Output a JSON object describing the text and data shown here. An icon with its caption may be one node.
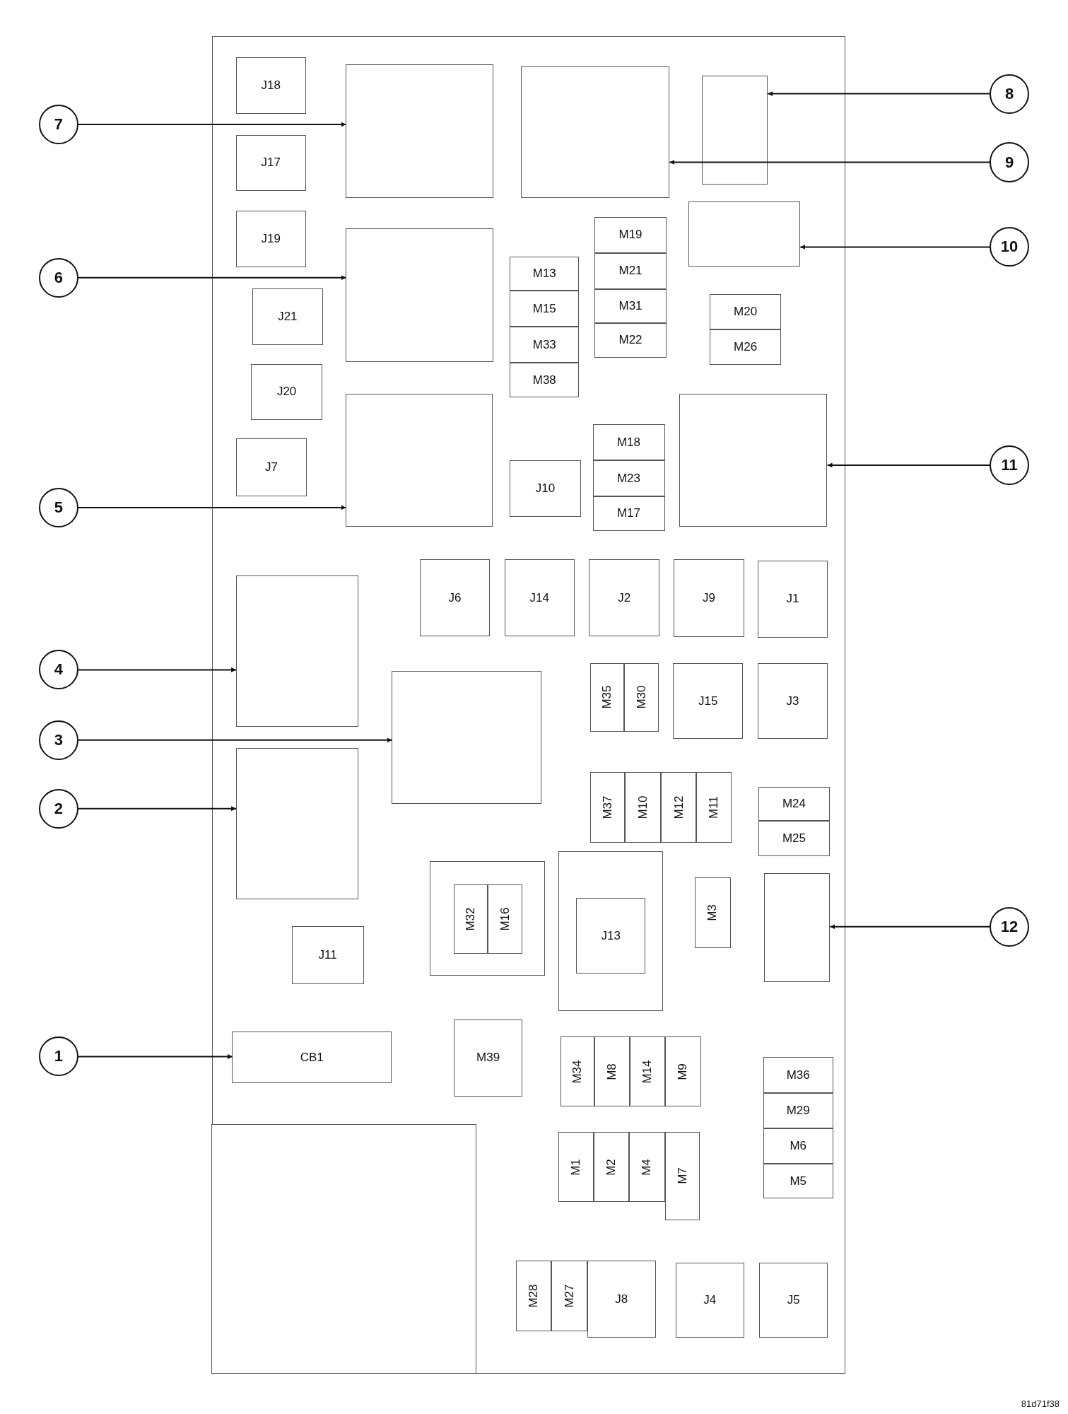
{
  "diagram": {
    "nodes": [
      {
        "text": [],
        "shape": "box"
      },
      {
        "text": [
          "J18"
        ],
        "in": 0
      },
      {
        "text": [],
        "shape": "box",
        "in": 0
      },
      {
        "text": [],
        "shape": "box",
        "in": 0
      },
      {
        "text": [],
        "shape": "box",
        "in": 0
      },
      {
        "text": [
          "8"
        ]
      },
      {
        "text": [
          "7"
        ]
      },
      {
        "text": [
          "J17"
        ],
        "in": 0
      },
      {
        "text": [
          "9"
        ]
      },
      {
        "text": [
          "J19"
        ],
        "in": 0
      },
      {
        "text": [],
        "shape": "box",
        "in": 0
      },
      {
        "text": [
          "M19"
        ],
        "in": 0
      },
      {
        "text": [],
        "shape": "box",
        "in": 0
      },
      {
        "text": [
          "10"
        ]
      },
      {
        "text": [
          "M21"
        ],
        "in": 0
      },
      {
        "text": [
          "M13"
        ],
        "in": 0
      },
      {
        "text": [
          "6"
        ]
      },
      {
        "text": [
          "J21"
        ],
        "in": 0
      },
      {
        "text": [
          "M31"
        ],
        "in": 0
      },
      {
        "text": [
          "M20"
        ],
        "in": 0
      },
      {
        "text": [
          "M15"
        ],
        "in": 0
      },
      {
        "text": [
          "M22"
        ],
        "in": 0
      },
      {
        "text": [
          "M26"
        ],
        "in": 0
      },
      {
        "text": [
          "M33"
        ],
        "in": 0
      },
      {
        "text": [
          "J20"
        ],
        "in": 0
      },
      {
        "text": [
          "M38"
        ],
        "in": 0
      },
      {
        "text": [],
        "shape": "box",
        "in": 0
      },
      {
        "text": [],
        "shape": "box",
        "in": 0
      },
      {
        "text": [
          "M18"
        ],
        "in": 0
      },
      {
        "text": [
          "J7"
        ],
        "in": 0
      },
      {
        "text": [
          "J10"
        ],
        "in": 0
      },
      {
        "text": [
          "M23"
        ],
        "in": 0
      },
      {
        "text": [
          "11"
        ]
      },
      {
        "text": [
          "M17"
        ],
        "in": 0
      },
      {
        "text": [
          "5"
        ]
      },
      {
        "text": [
          "J6"
        ],
        "in": 0
      },
      {
        "text": [
          "J14"
        ],
        "in": 0
      },
      {
        "text": [
          "J2"
        ],
        "in": 0
      },
      {
        "text": [
          "J9"
        ],
        "in": 0
      },
      {
        "text": [
          "J1"
        ],
        "in": 0
      },
      {
        "text": [],
        "shape": "box",
        "in": 0
      },
      {
        "text": [
          "M35"
        ],
        "in": 0
      },
      {
        "text": [
          "M30"
        ],
        "in": 0
      },
      {
        "text": [
          "J15"
        ],
        "in": 0
      },
      {
        "text": [
          "J3"
        ],
        "in": 0
      },
      {
        "text": [
          "4"
        ]
      },
      {
        "text": [],
        "shape": "box",
        "in": 0
      },
      {
        "text": [
          "3"
        ]
      },
      {
        "text": [],
        "shape": "box",
        "in": 0
      },
      {
        "text": [
          "M37"
        ],
        "in": 0
      },
      {
        "text": [
          "M10"
        ],
        "in": 0
      },
      {
        "text": [
          "M12"
        ],
        "in": 0
      },
      {
        "text": [
          "M11"
        ],
        "in": 0
      },
      {
        "text": [
          "M24"
        ],
        "in": 0
      },
      {
        "text": [
          "2"
        ]
      },
      {
        "text": [
          "M25"
        ],
        "in": 0
      },
      {
        "text": [],
        "shape": "box",
        "in": 0
      },
      {
        "text": [],
        "shape": "box",
        "in": 0
      },
      {
        "text": [
          "M32"
        ],
        "in": 57
      },
      {
        "text": [
          "M16"
        ],
        "in": 57
      },
      {
        "text": [
          "J13"
        ],
        "in": 56
      },
      {
        "text": [],
        "shape": "box",
        "in": 0
      },
      {
        "text": [
          "M3"
        ],
        "in": 0
      },
      {
        "text": [
          "J11"
        ],
        "in": 0
      },
      {
        "text": [
          "12"
        ]
      },
      {
        "text": [
          "M39"
        ],
        "in": 0
      },
      {
        "text": [
          "CB1"
        ],
        "in": 0
      },
      {
        "text": [
          "M34"
        ],
        "in": 0
      },
      {
        "text": [
          "M8"
        ],
        "in": 0
      },
      {
        "text": [
          "M14"
        ],
        "in": 0
      },
      {
        "text": [
          "M9"
        ],
        "in": 0
      },
      {
        "text": [
          "1"
        ]
      },
      {
        "text": [
          "M36"
        ],
        "in": 0
      },
      {
        "text": [
          "M29"
        ],
        "in": 0
      },
      {
        "text": [
          "M6"
        ],
        "in": 0
      },
      {
        "text": [
          "M5"
        ],
        "in": 0
      },
      {
        "text": [],
        "shape": "box",
        "in": 0
      },
      {
        "text": [
          "M1"
        ],
        "in": 0
      },
      {
        "text": [
          "M2"
        ],
        "in": 0
      },
      {
        "text": [
          "M4"
        ],
        "in": 0
      },
      {
        "text": [
          "M7"
        ],
        "in": 0
      },
      {
        "text": [
          "M28"
        ],
        "in": 0
      },
      {
        "text": [
          "M27"
        ],
        "in": 0
      },
      {
        "text": [
          "J8"
        ],
        "in": 0
      },
      {
        "text": [
          "J4"
        ],
        "in": 0
      },
      {
        "text": [
          "J5"
        ],
        "in": 0
      }
    ],
    "edges": [
      {
        "from": 5,
        "to": 4,
        "arrow": "to"
      },
      {
        "from": 6,
        "to": 2,
        "arrow": "to"
      },
      {
        "from": 8,
        "to": 3,
        "arrow": "to"
      },
      {
        "from": 13,
        "to": 10,
        "arrow": "to"
      },
      {
        "from": 16,
        "to": 12,
        "arrow": "to"
      },
      {
        "from": 32,
        "to": 27,
        "arrow": "to"
      },
      {
        "from": 34,
        "to": 26,
        "arrow": "to"
      },
      {
        "from": 45,
        "to": 40,
        "arrow": "to"
      },
      {
        "from": 47,
        "to": 46,
        "arrow": "to"
      },
      {
        "from": 54,
        "to": 48,
        "arrow": "to"
      },
      {
        "from": 64,
        "to": 61,
        "arrow": "to"
      },
      {
        "from": 71,
        "to": 66,
        "arrow": "to"
      }
    ],
    "labels": [
      "81d71f38"
    ]
  }
}
